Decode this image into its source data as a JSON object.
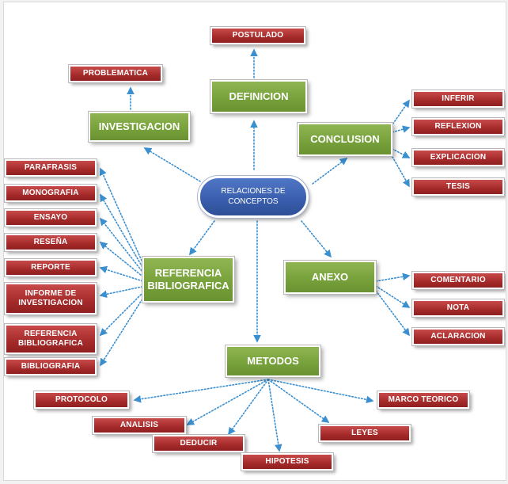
{
  "center": "RELACIONES DE\nCONCEPTOS",
  "definicion": {
    "label": "DEFINICION",
    "items": [
      "POSTULADO"
    ]
  },
  "investigacion": {
    "label": "INVESTIGACION",
    "items": [
      "PROBLEMATICA"
    ]
  },
  "conclusion": {
    "label": "CONCLUSION",
    "items": [
      "INFERIR",
      "REFLEXION",
      "EXPLICACION",
      "TESIS"
    ]
  },
  "referencia": {
    "label": "REFERENCIA\nBIBLIOGRAFICA",
    "items": [
      "PARAFRASIS",
      "MONOGRAFIA",
      "ENSAYO",
      "RESEÑA",
      "REPORTE",
      "INFORME DE\nINVESTIGACION",
      "REFERENCIA\nBIBLIOGRAFICA",
      "BIBLIOGRAFIA"
    ]
  },
  "anexo": {
    "label": "ANEXO",
    "items": [
      "COMENTARIO",
      "NOTA",
      "ACLARACION"
    ]
  },
  "metodos": {
    "label": "METODOS",
    "items": [
      "PROTOCOLO",
      "ANALISIS",
      "DEDUCIR",
      "HIPOTESIS",
      "LEYES",
      "MARCO TEORICO"
    ]
  },
  "colors": {
    "concept_red": "#a52a2a",
    "category_green": "#76a03a",
    "center_blue": "#3a5fae",
    "connector": "#3a8fd0"
  }
}
